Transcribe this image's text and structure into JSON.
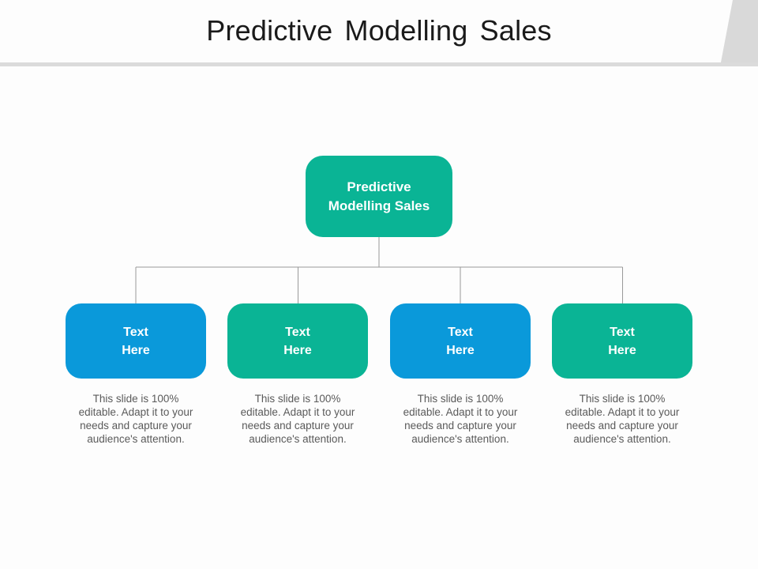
{
  "slide": {
    "title": "Predictive Modelling Sales",
    "background": "#fdfdfd",
    "divider_color": "#dbdbdb",
    "corner_accent_color": "#d9d9d9",
    "connector_color": "#999999"
  },
  "palette": {
    "teal": "#0ab495",
    "blue": "#0a99da"
  },
  "root": {
    "label": "Predictive\nModelling Sales",
    "color": "#0ab495"
  },
  "children": [
    {
      "label": "Text\nHere",
      "color": "#0a99da",
      "caption": "This slide is 100%\neditable. Adapt it to your\nneeds and capture your\naudience's attention."
    },
    {
      "label": "Text\nHere",
      "color": "#0ab495",
      "caption": "This slide is 100%\neditable. Adapt it to your\nneeds and capture your\naudience's attention."
    },
    {
      "label": "Text\nHere",
      "color": "#0a99da",
      "caption": "This slide is 100%\neditable. Adapt it to your\nneeds and capture your\naudience's attention."
    },
    {
      "label": "Text\nHere",
      "color": "#0ab495",
      "caption": "This slide is 100%\neditable. Adapt it to your\nneeds and capture your\naudience's attention."
    }
  ]
}
